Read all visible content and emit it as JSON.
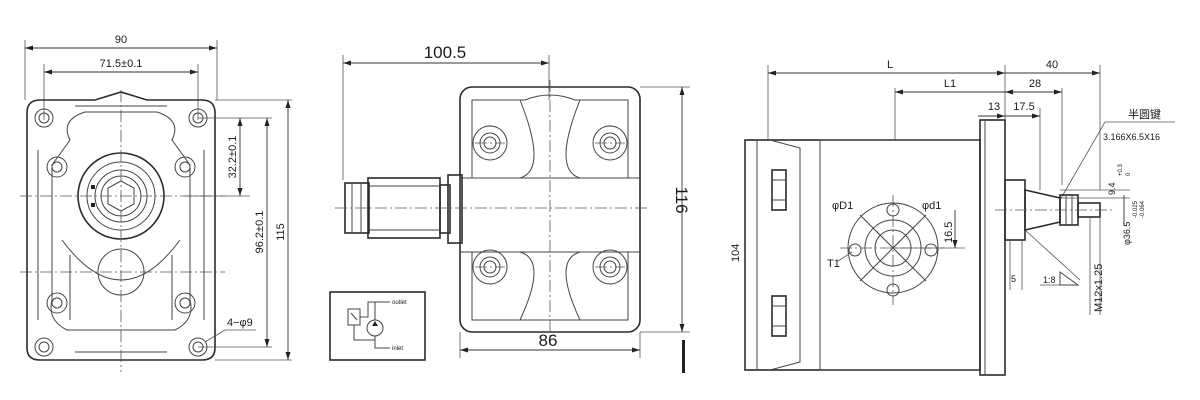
{
  "front_view": {
    "width": "90",
    "bolt_span": "71.5±0.1",
    "bolt_offset": "32.2±0.1",
    "bolt_vertical_span": "96.2±0.1",
    "height": "115",
    "holes": "4−φ9"
  },
  "top_view": {
    "length": "100.5",
    "height": "116",
    "bottom_width": "86"
  },
  "hydraulic_symbol": {
    "outlet_label": "outlet",
    "inlet_label": "inlet"
  },
  "side_view": {
    "L": "L",
    "L1": "L1",
    "dim_40": "40",
    "dim_28": "28",
    "dim_13": "13",
    "dim_17_5": "17.5",
    "key_type": "半圆键",
    "key_size": "3.166X6.5X16",
    "tol_9_4": "9.4",
    "tol_9_4_sup": "+0.3",
    "tol_9_4_sub": "0",
    "shaft_dia": "φ36.5",
    "shaft_tol_sup": "-0.025",
    "shaft_tol_sub": "-0.064",
    "port_D1": "φD1",
    "port_d1": "φd1",
    "dim_16_5": "16.5",
    "T1": "T1",
    "height_104": "104",
    "taper": "1:8",
    "dim_5": "5",
    "thread": "M12x1.25"
  }
}
